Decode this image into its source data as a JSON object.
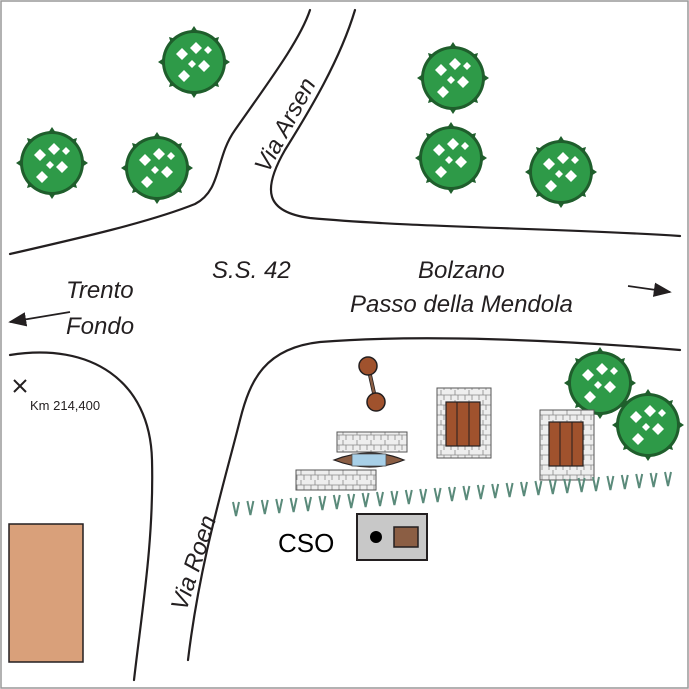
{
  "roads": {
    "main": "S.S. 42",
    "north": "Via Arsen",
    "south": "Via Roen"
  },
  "directions": {
    "west": {
      "line1": "Trento",
      "line2": "Fondo"
    },
    "east": {
      "line1": "Bolzano",
      "line2": "Passo della Mendola"
    }
  },
  "km_marker": "Km 214,400",
  "site_label": "CSO",
  "colors": {
    "tree_fill": "#2e9a48",
    "tree_stroke": "#1f5e2c",
    "building": "#d9a07a",
    "timber": "#a0522d",
    "stone_wall": "#e8e8e8",
    "water": "#a8d0e8",
    "cso_box": "#c8c8c8",
    "cso_tank": "#8b5e44",
    "fence": "#5a8a7a"
  }
}
